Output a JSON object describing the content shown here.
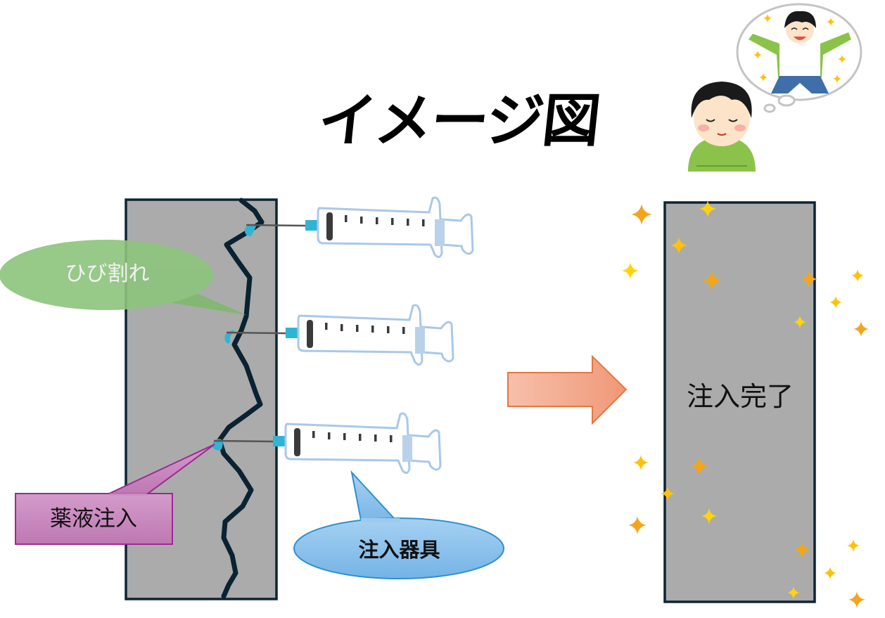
{
  "title": "イメージ図",
  "labels": {
    "crack": "ひび割れ",
    "chemical_injection": "薬液注入",
    "injection_tool": "注入器具",
    "injection_complete": "注入完了"
  },
  "colors": {
    "wall_fill": "#ababab",
    "wall_border": "#0d2535",
    "crack_line": "#0a2232",
    "resin_drop": "#2fb5d3",
    "crack_bubble": "#8cc97a",
    "inject_box": "#c78cbf",
    "inject_border": "#9b2a93",
    "tool_bubble": "#8cc3ea",
    "tool_border": "#2e8fd0",
    "arrow_fill": "#f3a88a",
    "arrow_border": "#e8763f",
    "sparkle_orange": "#f3a61a",
    "sparkle_yellow": "#ffd40a",
    "syringe_outline": "#a9c8e8"
  },
  "illustration": {
    "left_scene": "cracked-wall-with-syringes",
    "right_scene": "repaired-wall-with-sparkles",
    "corner_image": "boy-imagining-happiness"
  }
}
